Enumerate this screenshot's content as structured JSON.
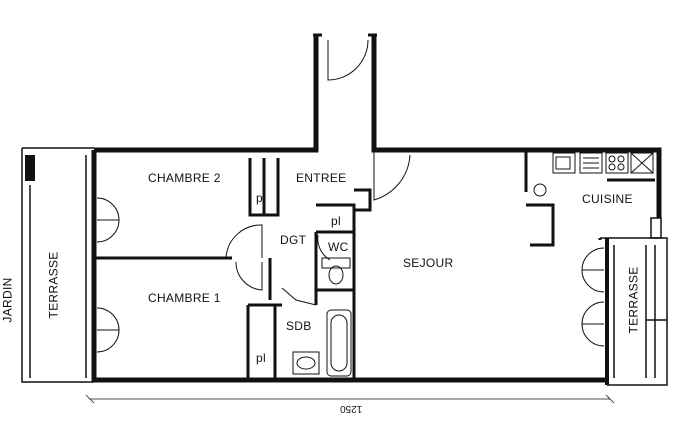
{
  "rooms": {
    "chambre2": "CHAMBRE  2",
    "chambre1": "CHAMBRE  1",
    "entree": "ENTREE",
    "dgt": "DGT",
    "wc": "WC",
    "sdb": "SDB",
    "sejour": "SEJOUR",
    "cuisine": "CUISINE",
    "terrasse_left": "TERRASSE",
    "terrasse_right": "TERRASSE",
    "jardin": "JARDIN"
  },
  "closets": {
    "pl1": "pl",
    "pl2": "pl",
    "pl3": "pl"
  },
  "dimension": {
    "total_width": "1250"
  }
}
